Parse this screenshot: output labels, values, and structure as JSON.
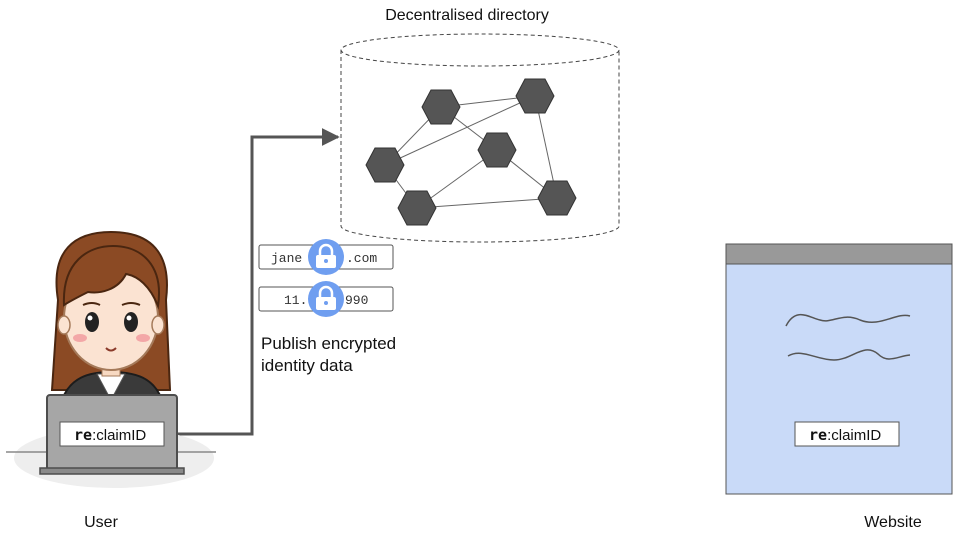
{
  "title": "Decentralised directory",
  "publish_caption": [
    "Publish encrypted",
    "identity data"
  ],
  "user_label": "User",
  "website_label": "Website",
  "brand": {
    "prefix": "re",
    "suffix": ":claimID"
  },
  "identity_fields": [
    {
      "left": "jane",
      "right": ".com",
      "locked": true
    },
    {
      "left": "11.",
      "right": "990",
      "locked": true
    }
  ],
  "colors": {
    "node_fill": "#555555",
    "lock_badge": "#6f9ef0",
    "website_body": "#c9daf8",
    "website_bar": "#999999",
    "arrow": "#555555"
  },
  "icons": {
    "lock": "lock-icon",
    "user": "user-avatar",
    "laptop": "laptop-icon",
    "database": "database-cylinder"
  }
}
